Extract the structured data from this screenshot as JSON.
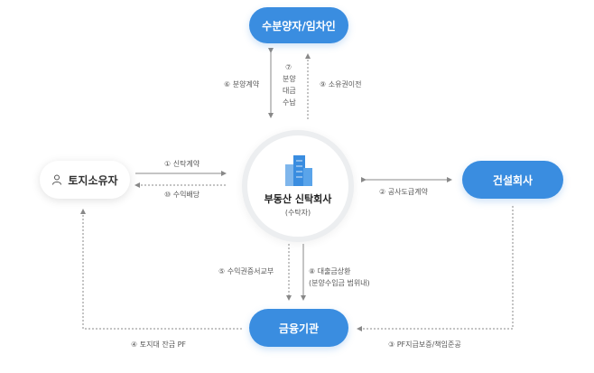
{
  "nodes": {
    "top": "수분양자/임차인",
    "left": "토지소유자",
    "right": "건설회사",
    "bottom": "금융기관",
    "center_title": "부동산 신탁회사",
    "center_sub": "(수탁자)"
  },
  "edges": {
    "e1": "① 신탁계약",
    "e10": "⑩ 수익배당",
    "e2": "② 공사도급계약",
    "e3": "③ PF지급보증/책임준공",
    "e4": "④ 토지대 잔금 PF",
    "e5": "⑤ 수익권증서교부",
    "e6_top": "⑥ 분양계약",
    "e7_num": "⑦",
    "e7_1": "분양",
    "e7_2": "대금",
    "e7_3": "수납",
    "e9": "⑨ 소유권이전",
    "e8_1": "⑧ 대출금상환",
    "e8_2": "(분양수입금 범위내)"
  },
  "colors": {
    "accent": "#3a8de0",
    "line": "#888888"
  }
}
